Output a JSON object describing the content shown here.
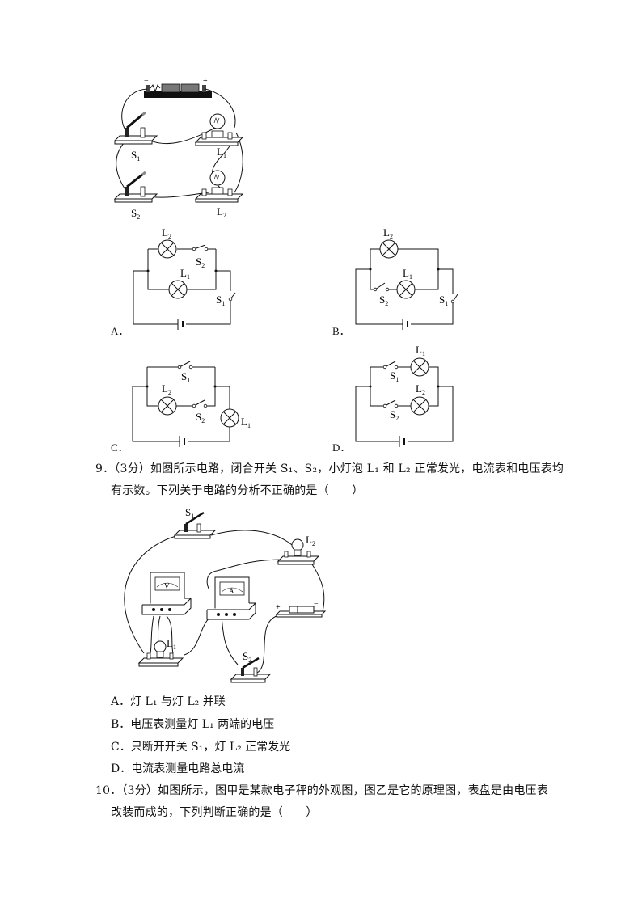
{
  "q8": {
    "top_figure": {
      "minus": "−",
      "plus": "+",
      "s1": "S",
      "s1_sub": "1",
      "l1": "L",
      "l1_sub": "1",
      "s2": "S",
      "s2_sub": "2",
      "l2": "L",
      "l2_sub": "2"
    },
    "options": [
      {
        "letter": "A．"
      },
      {
        "letter": "B．"
      },
      {
        "letter": "C．"
      },
      {
        "letter": "D．"
      }
    ],
    "labels": {
      "L": "L",
      "S": "S",
      "one": "1",
      "two": "2"
    }
  },
  "q9": {
    "line1": "9．（3分）如图所示电路，闭合开关 S₁、S₂，小灯泡 L₁ 和 L₂ 正常发光，电流表和电压表均",
    "line2": "有示数。下列关于电路的分析不正确的是（　　）",
    "figure": {
      "s1": "S",
      "s1_sub": "1",
      "l2": "L",
      "l2_sub": "2",
      "l1": "L",
      "l1_sub": "1",
      "s2": "S",
      "s2_sub": "2",
      "v": "V",
      "a": "A",
      "plus": "+",
      "minus": "−"
    },
    "answers": [
      "A．灯 L₁ 与灯 L₂ 并联",
      "B．电压表测量灯 L₁ 两端的电压",
      "C．只断开开关 S₁，灯 L₂ 正常发光",
      "D．电流表测量电路总电流"
    ]
  },
  "q10": {
    "line1": "10．（3分）如图所示，图甲是某款电子秤的外观图，图乙是它的原理图，表盘是由电压表",
    "line2": "改装而成的，下列判断正确的是（　　）"
  }
}
